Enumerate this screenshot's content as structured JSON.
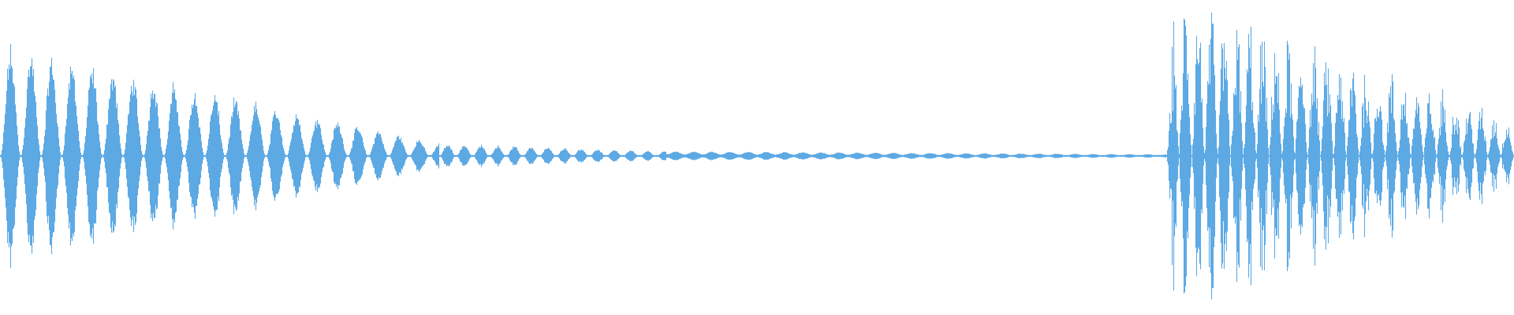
{
  "waveform": {
    "color": "#5DA9E4",
    "background": "#FFFFFF",
    "segments": [
      {
        "kind": "decaying-bursts",
        "start": 0.0,
        "end": 0.29,
        "amp_start": 0.72,
        "amp_end": 0.08,
        "burst_period": 0.0135
      },
      {
        "kind": "quiet-bursts",
        "start": 0.29,
        "end": 0.44,
        "amp_start": 0.08,
        "amp_end": 0.03,
        "burst_period": 0.011
      },
      {
        "kind": "near-silence",
        "start": 0.44,
        "end": 0.77,
        "amp_start": 0.03,
        "amp_end": 0.01,
        "burst_period": 0.012
      },
      {
        "kind": "loud-bursts",
        "start": 0.77,
        "end": 1.0,
        "amp_start": 0.98,
        "amp_end": 0.22,
        "burst_period": 0.0085
      }
    ]
  }
}
